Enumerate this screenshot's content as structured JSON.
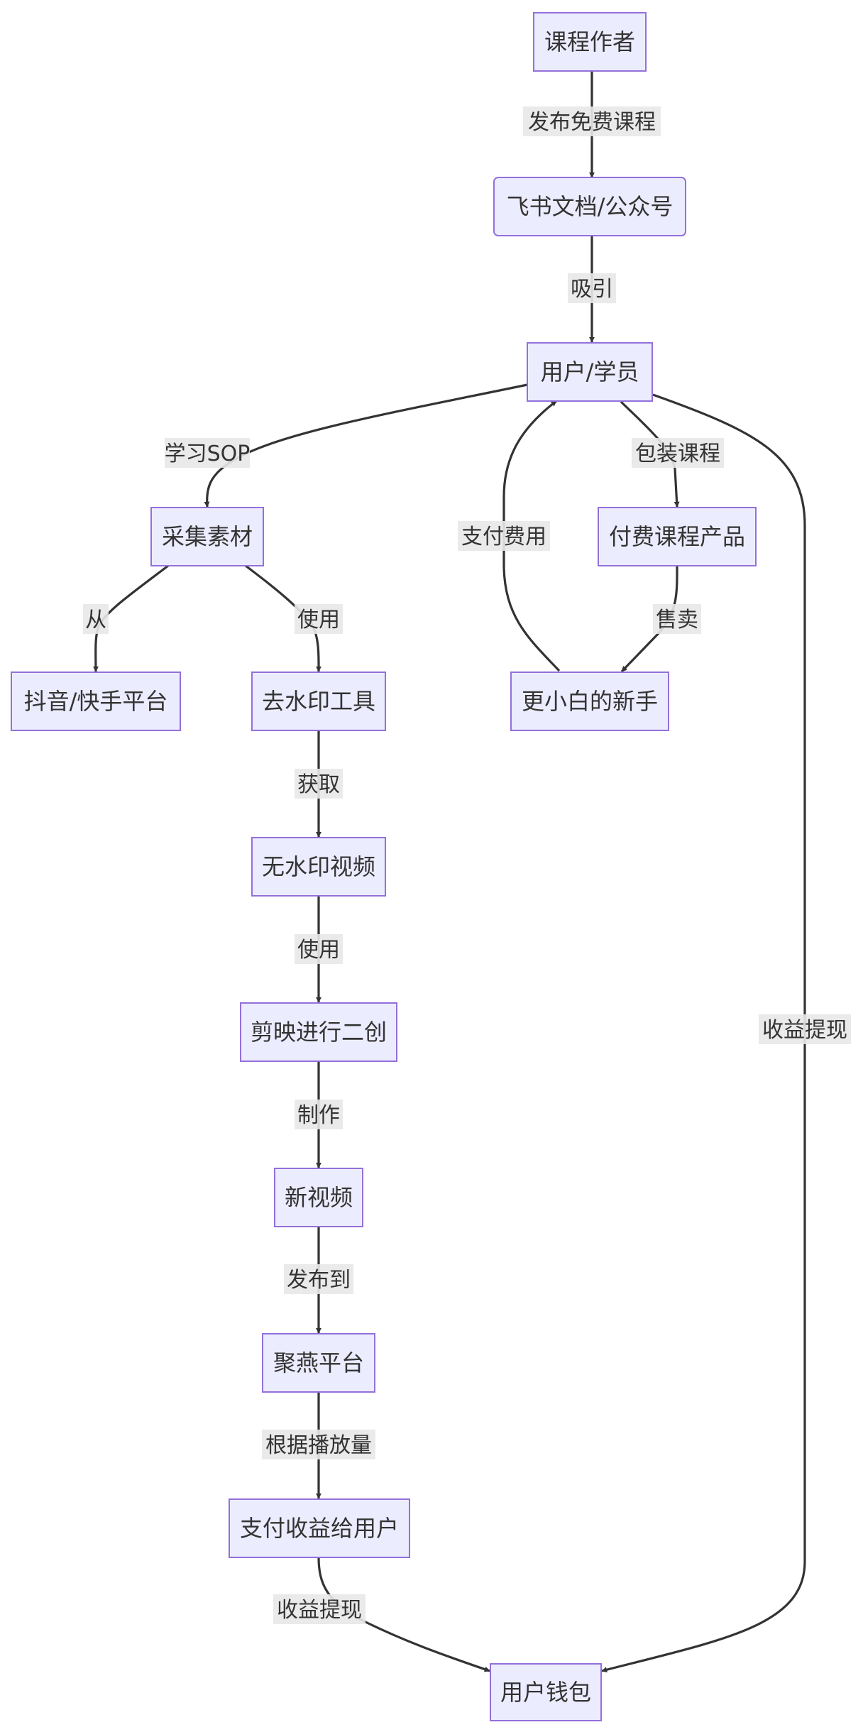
{
  "nodes": {
    "author": "课程作者",
    "feishu": "飞书文档/公众号",
    "user": "用户/学员",
    "collect": "采集素材",
    "paid_course": "付费课程产品",
    "douyin": "抖音/快手平台",
    "watermark_tool": "去水印工具",
    "newbie": "更小白的新手",
    "no_watermark": "无水印视频",
    "jianying": "剪映进行二创",
    "new_video": "新视频",
    "juyan": "聚燕平台",
    "pay_revenue": "支付收益给用户",
    "wallet": "用户钱包"
  },
  "edges": {
    "publish_free": "发布免费课程",
    "attract": "吸引",
    "learn_sop": "学习SOP",
    "package": "包装课程",
    "pay_fee": "支付费用",
    "withdraw_right": "收益提现",
    "from": "从",
    "use1": "使用",
    "sell": "售卖",
    "obtain": "获取",
    "use2": "使用",
    "make": "制作",
    "publish_to": "发布到",
    "by_views": "根据播放量",
    "withdraw_bottom": "收益提现"
  },
  "colors": {
    "node_fill": "#ECECFF",
    "node_stroke": "#9370DB",
    "edge": "#333333",
    "label_bg": "#e8e8e8",
    "text": "#333333"
  }
}
